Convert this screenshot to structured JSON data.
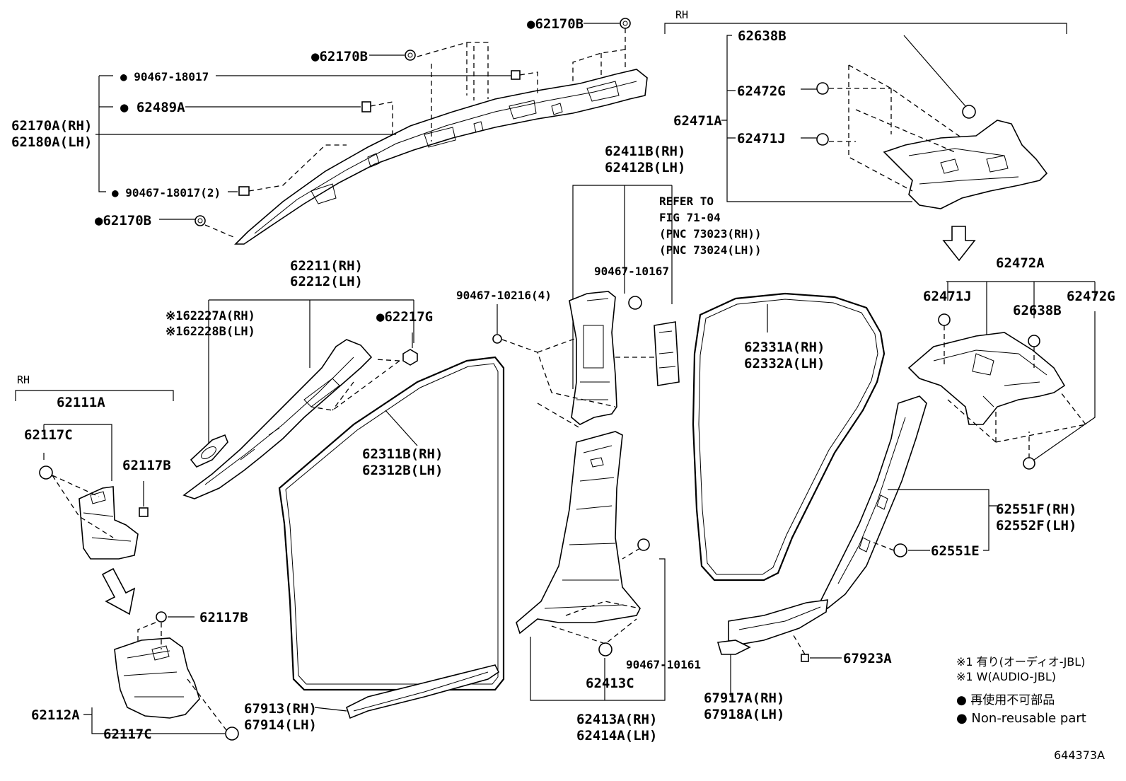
{
  "diagram": {
    "figure_code": "644373A",
    "legend": {
      "note1_ja": "※1 有り(オーディオ-JBL)",
      "note1_en": "※1 W(AUDIO-JBL)",
      "nonreusable_ja": "● 再使用不可部品",
      "nonreusable_en": "● Non-reusable part"
    },
    "groups": {
      "rh_top": "RH",
      "rh_left": "RH"
    },
    "labels": {
      "p62170B_top": "●62170B",
      "p62170B_mid": "●62170B",
      "p90467_18017": "● 90467-18017",
      "p62489A": "● 62489A",
      "p62170A_RH": "62170A(RH)",
      "p62180A_LH": "62180A(LH)",
      "p90467_18017_2": "● 90467-18017(2)",
      "p62170B_low": "●62170B",
      "p62211_RH": "62211(RH)",
      "p62212_LH": "62212(LH)",
      "p62227A_RH": "※162227A(RH)",
      "p62228B_LH": "※162228B(LH)",
      "p62217G": "●62217G",
      "p62111A": "62111A",
      "p62117C_a": "62117C",
      "p62117B_a": "62117B",
      "p62117B_b": "62117B",
      "p62112A": "62112A",
      "p62117C_b": "62117C",
      "p62311B_RH": "62311B(RH)",
      "p62312B_LH": "62312B(LH)",
      "p67913_RH": "67913(RH)",
      "p67914_LH": "67914(LH)",
      "p90467_10216": "90467-10216(4)",
      "p62411B_RH": "62411B(RH)",
      "p62412B_LH": "62412B(LH)",
      "p90467_10167": "90467-10167",
      "ref1": "REFER TO",
      "ref2": "FIG 71-04",
      "ref3": "(PNC 73023(RH))",
      "ref4": "(PNC 73024(LH))",
      "p90467_10161": "90467-10161",
      "p62413C": "62413C",
      "p62413A_RH": "62413A(RH)",
      "p62414A_LH": "62414A(LH)",
      "p62331A_RH": "62331A(RH)",
      "p62332A_LH": "62332A(LH)",
      "p67917A_RH": "67917A(RH)",
      "p67918A_LH": "67918A(LH)",
      "p67923A": "67923A",
      "p62638B_top": "62638B",
      "p62472G_top": "62472G",
      "p62471A": "62471A",
      "p62471J_top": "62471J",
      "p62472A": "62472A",
      "p62471J_b": "62471J",
      "p62638B_b": "62638B",
      "p62472G_b": "62472G",
      "p62551F_RH": "62551F(RH)",
      "p62552F_LH": "62552F(LH)",
      "p62551E": "62551E"
    }
  }
}
